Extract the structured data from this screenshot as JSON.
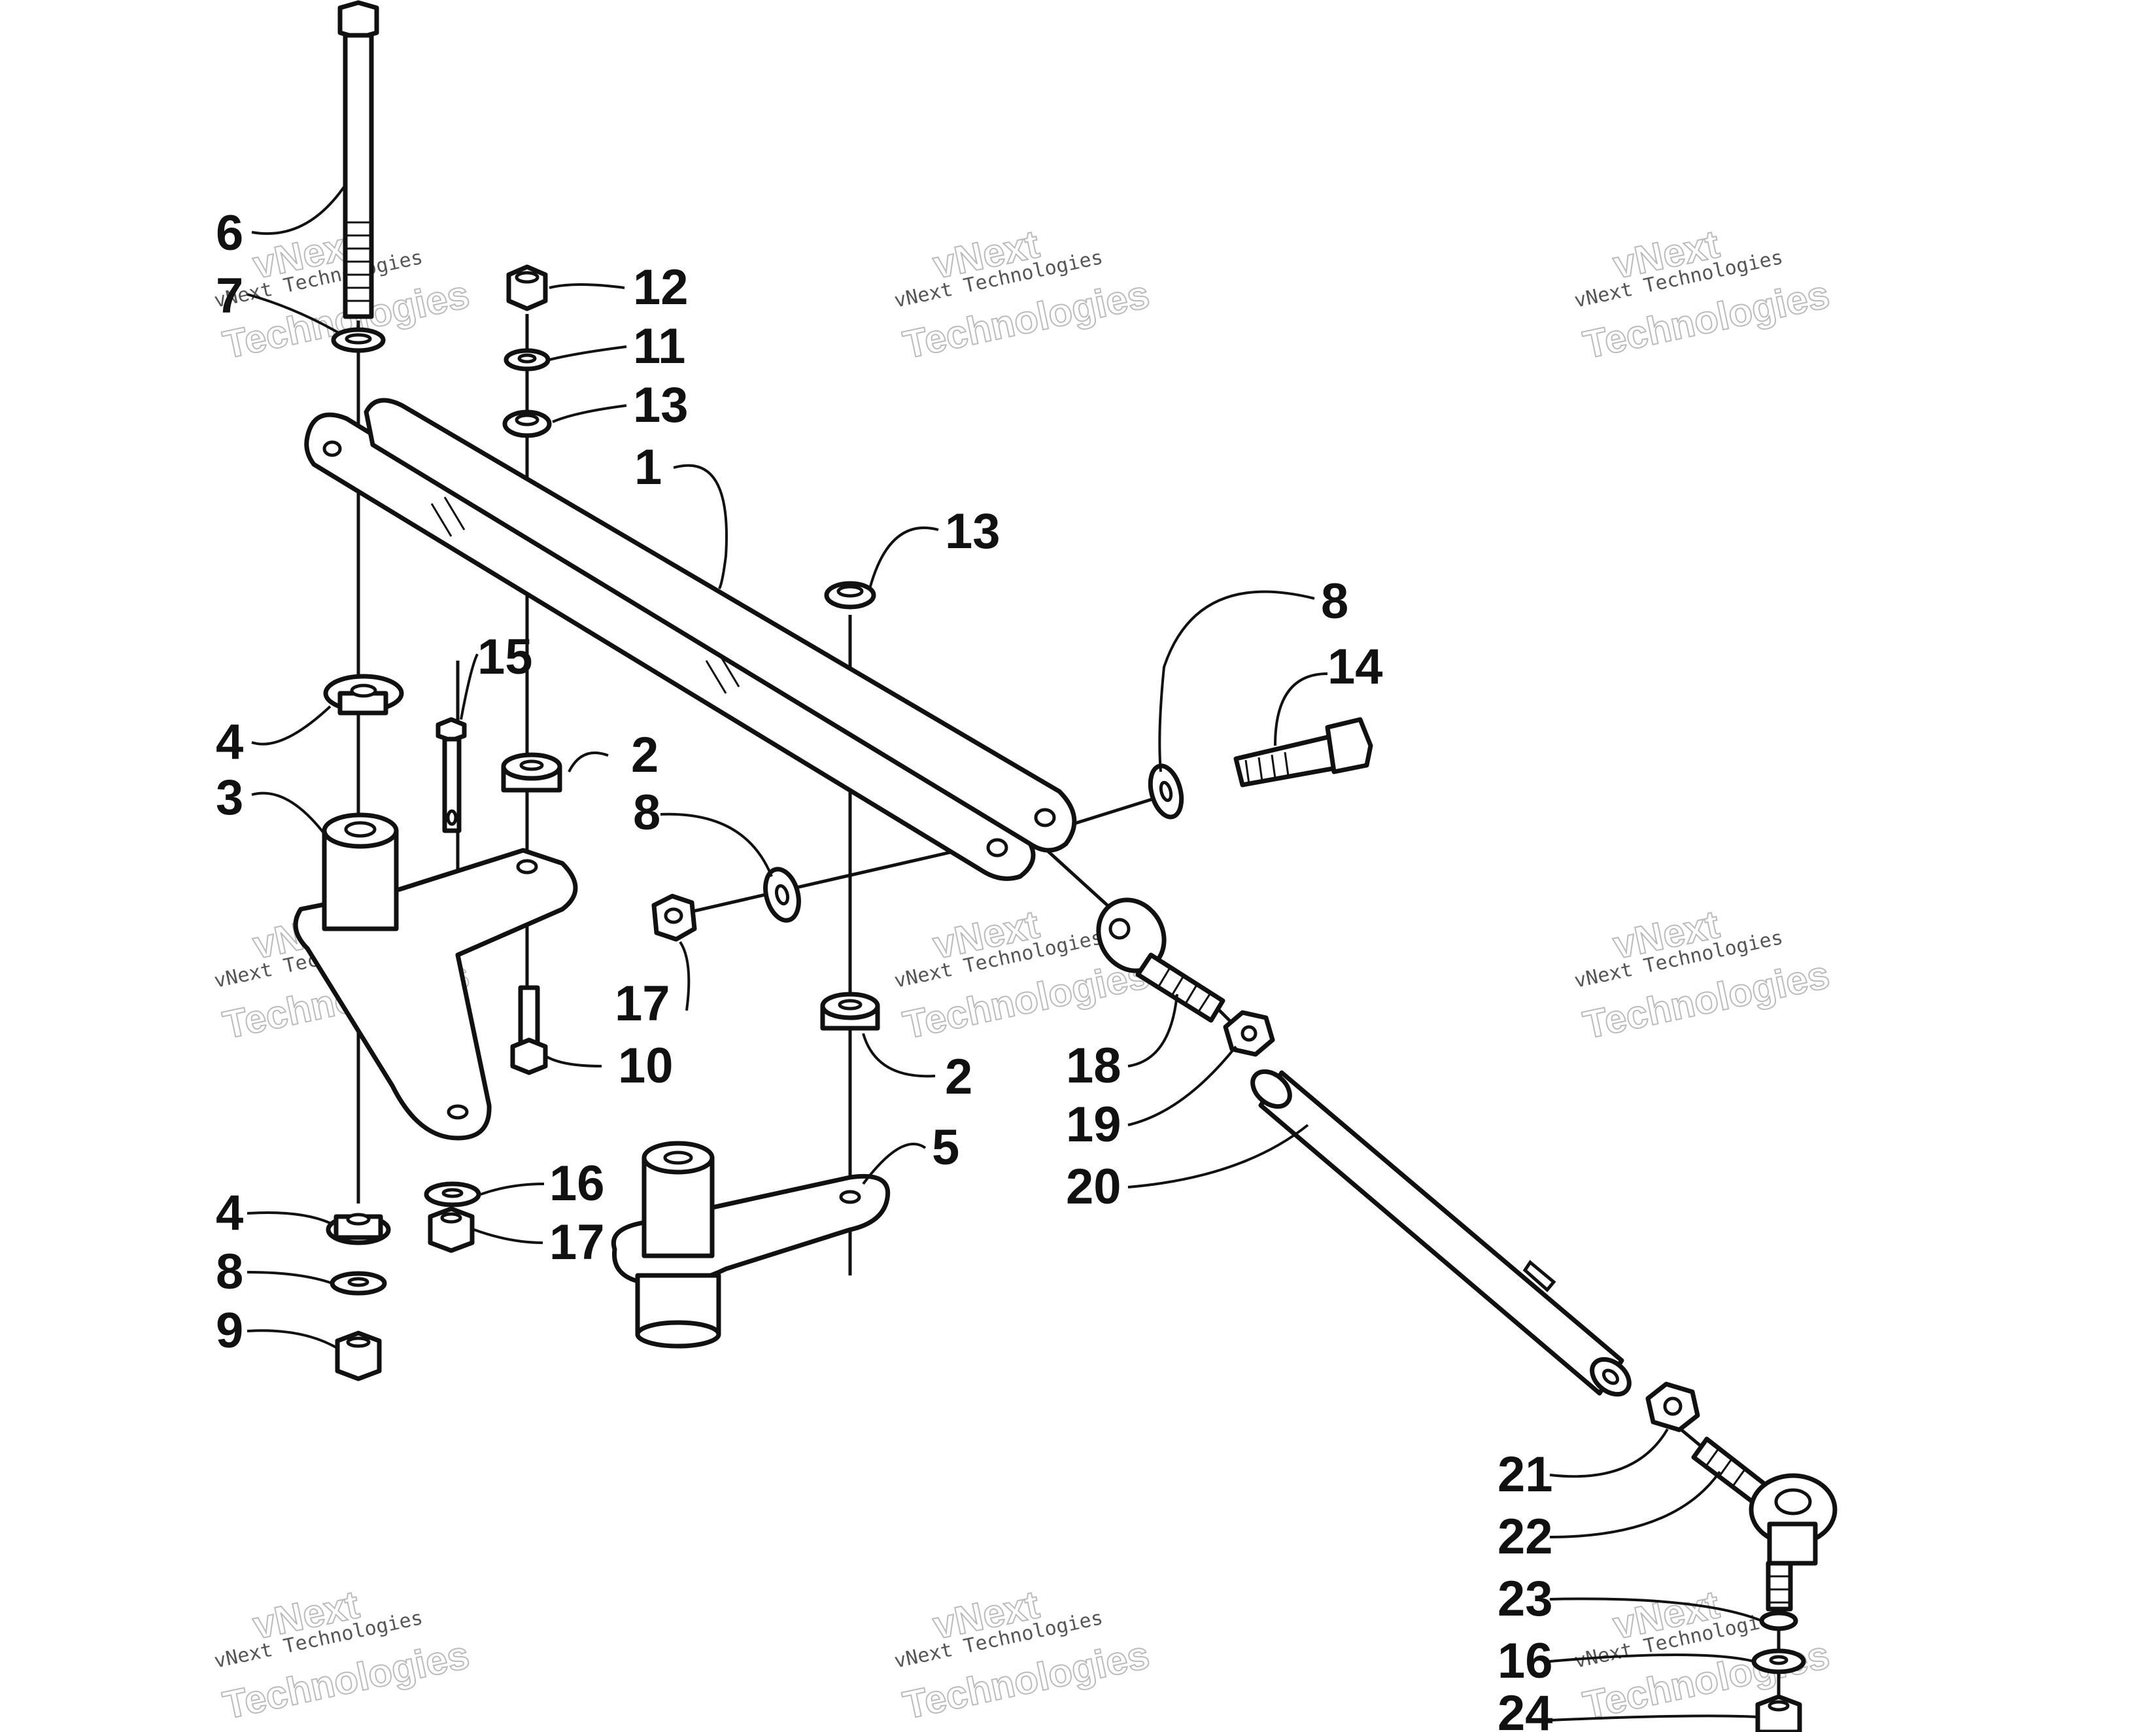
{
  "watermark": {
    "line1": "vNext Technologies",
    "line2": "vNext",
    "line3": "Technologies"
  },
  "callouts": {
    "c1": "1",
    "c2a": "2",
    "c2b": "2",
    "c3": "3",
    "c4a": "4",
    "c4b": "4",
    "c5": "5",
    "c6": "6",
    "c7": "7",
    "c8a": "8",
    "c8b": "8",
    "c8c": "8",
    "c9": "9",
    "c10": "10",
    "c11": "11",
    "c12": "12",
    "c13a": "13",
    "c13b": "13",
    "c14": "14",
    "c15": "15",
    "c16a": "16",
    "c16b": "16",
    "c17a": "17",
    "c17b": "17",
    "c18": "18",
    "c19": "19",
    "c20": "20",
    "c21": "21",
    "c22": "22",
    "c23": "23",
    "c24": "24"
  }
}
